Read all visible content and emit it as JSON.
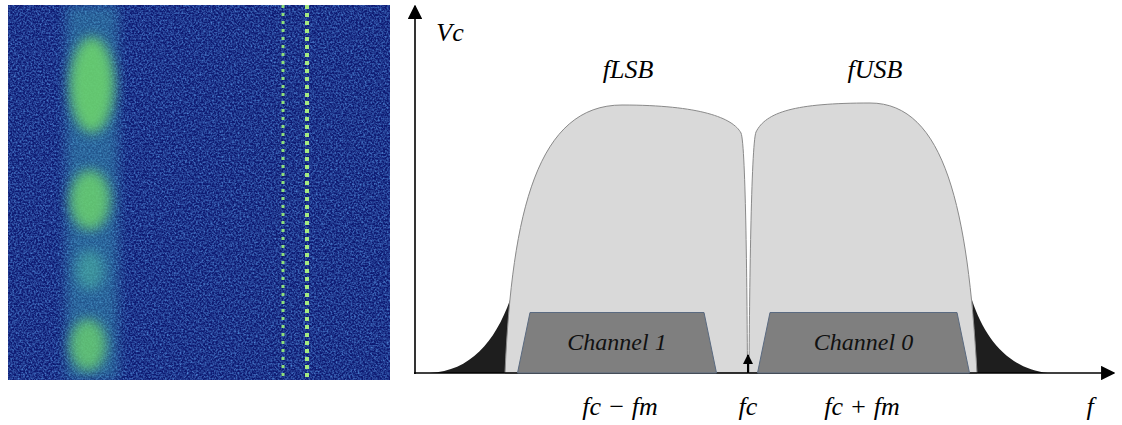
{
  "diagram": {
    "nodes": [
      {
        "text": [
          "Channel 1"
        ]
      },
      {
        "text": [
          "Channel 0"
        ]
      }
    ],
    "labels": [
      "Vc",
      "fLSB",
      "fUSB",
      "fc − fm",
      "fc",
      "fc + fm",
      "f"
    ]
  }
}
